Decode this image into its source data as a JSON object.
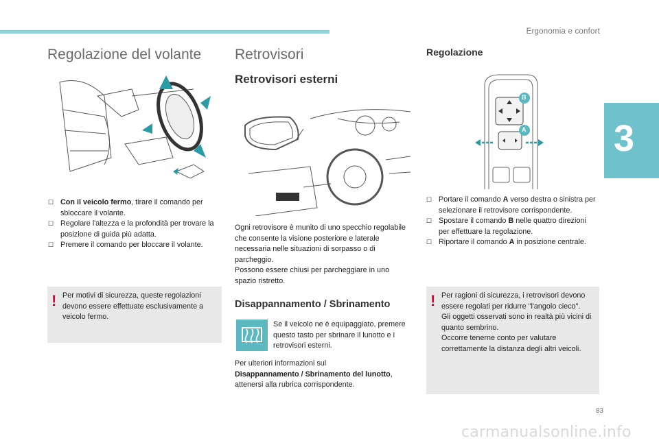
{
  "header": {
    "section": "Ergonomia e confort",
    "chapter_number": "3"
  },
  "col1": {
    "title": "Regolazione del volante",
    "bullets": [
      {
        "bold": "Con il veicolo fermo",
        "text": ", tirare il comando per sbloccare il volante."
      },
      {
        "bold": "",
        "text": "Regolare l'altezza e la profondità per trovare la posizione di guida più adatta."
      },
      {
        "bold": "",
        "text": "Premere il comando per bloccare il volante."
      }
    ],
    "warning": "Per motivi di sicurezza, queste regolazioni devono essere effettuate esclusivamente a veicolo fermo."
  },
  "col2": {
    "title": "Retrovisori",
    "subtitle": "Retrovisori esterni",
    "para1": "Ogni retrovisore è munito di uno specchio regolabile che consente la visione posteriore e laterale necessaria nelle situazioni di sorpasso o di parcheggio.",
    "para2": "Possono essere chiusi per parcheggiare in uno spazio ristretto.",
    "defrost_title": "Disappannamento / Sbrinamento",
    "defrost_text": "Se il veicolo ne è equipaggiato, premere questo tasto per sbrinare il lunotto e i retrovisori esterni.",
    "more_info_pre": "Per ulteriori informazioni sul",
    "more_info_bold": "Disappannamento / Sbrinamento del lunotto",
    "more_info_post": ", attenersi alla rubrica corrispondente."
  },
  "col3": {
    "title": "Regolazione",
    "label_a": "A",
    "label_b": "B",
    "bullets": [
      {
        "pre": "Portare il comando ",
        "bold": "A",
        "post": " verso destra o sinistra per selezionare il retrovisore corrispondente."
      },
      {
        "pre": "Spostare il comando ",
        "bold": "B",
        "post": " nelle quattro direzioni per effettuare la regolazione."
      },
      {
        "pre": "Riportare il comando ",
        "bold": "A",
        "post": " in posizione centrale."
      }
    ],
    "warning": "Per ragioni di sicurezza, i retrovisori devono essere regolati per ridurre \"l'angolo cieco\".\nGli oggetti osservati sono in realtà più vicini di quanto sembrino.\nOccorre tenerne conto per valutare correttamente la distanza degli altri veicoli."
  },
  "footer": {
    "page_number": "83",
    "watermark": "carmanualsonline.info"
  },
  "colors": {
    "accent": "#6fc2cb",
    "bar": "#8fd3d9",
    "warning_bg": "#e8e8e8",
    "warning_mark": "#e2003a"
  }
}
